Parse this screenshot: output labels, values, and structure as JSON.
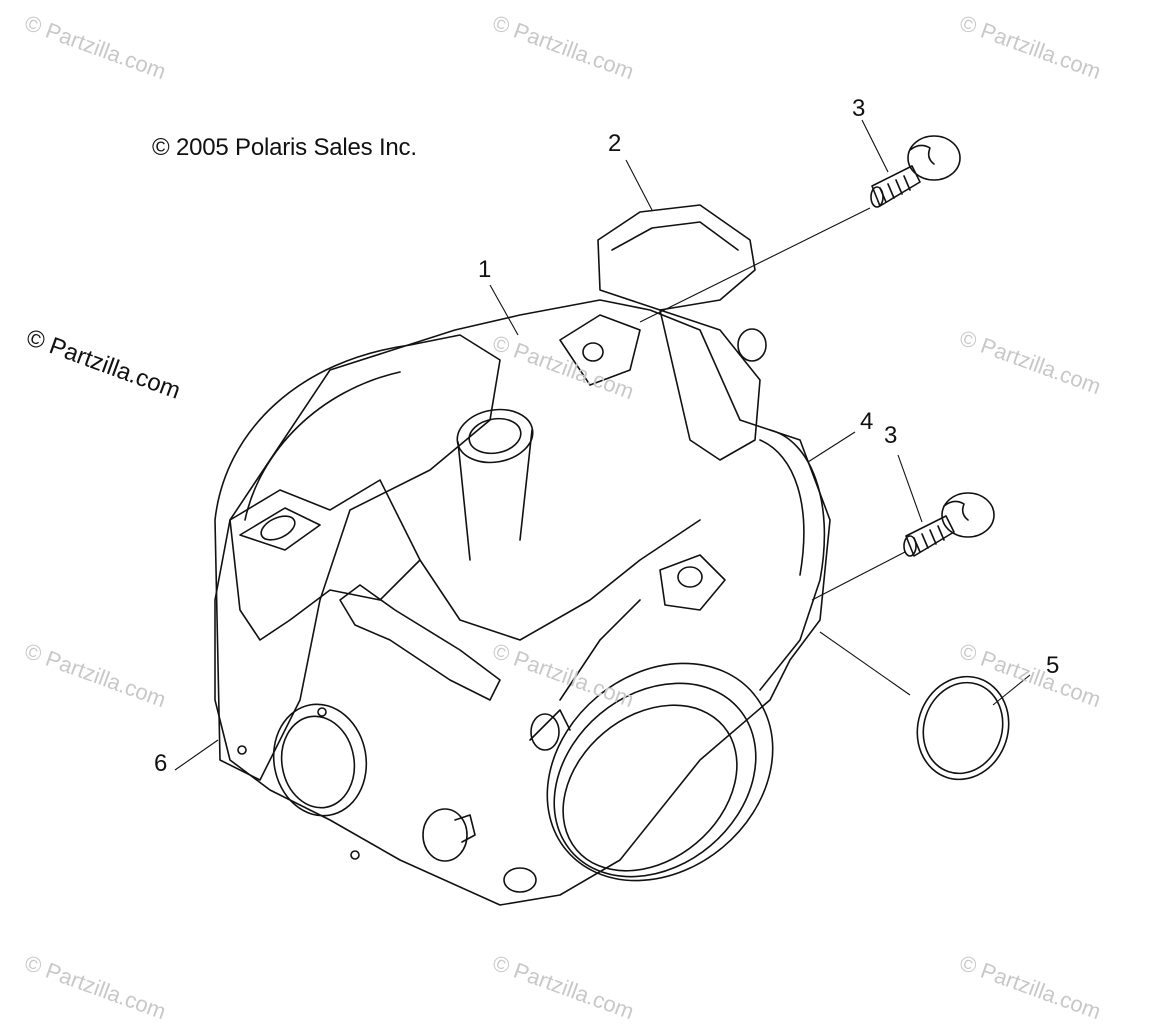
{
  "copyright": "© 2005 Polaris Sales Inc.",
  "watermark": "© Partzilla.com",
  "watermark_prominent": "© Partzilla.com",
  "callouts": {
    "c1": "1",
    "c2": "2",
    "c3a": "3",
    "c3b": "3",
    "c4": "4",
    "c5": "5",
    "c6": "6"
  },
  "colors": {
    "line": "#111111",
    "watermark": "#c8c8c8",
    "background": "#ffffff"
  }
}
